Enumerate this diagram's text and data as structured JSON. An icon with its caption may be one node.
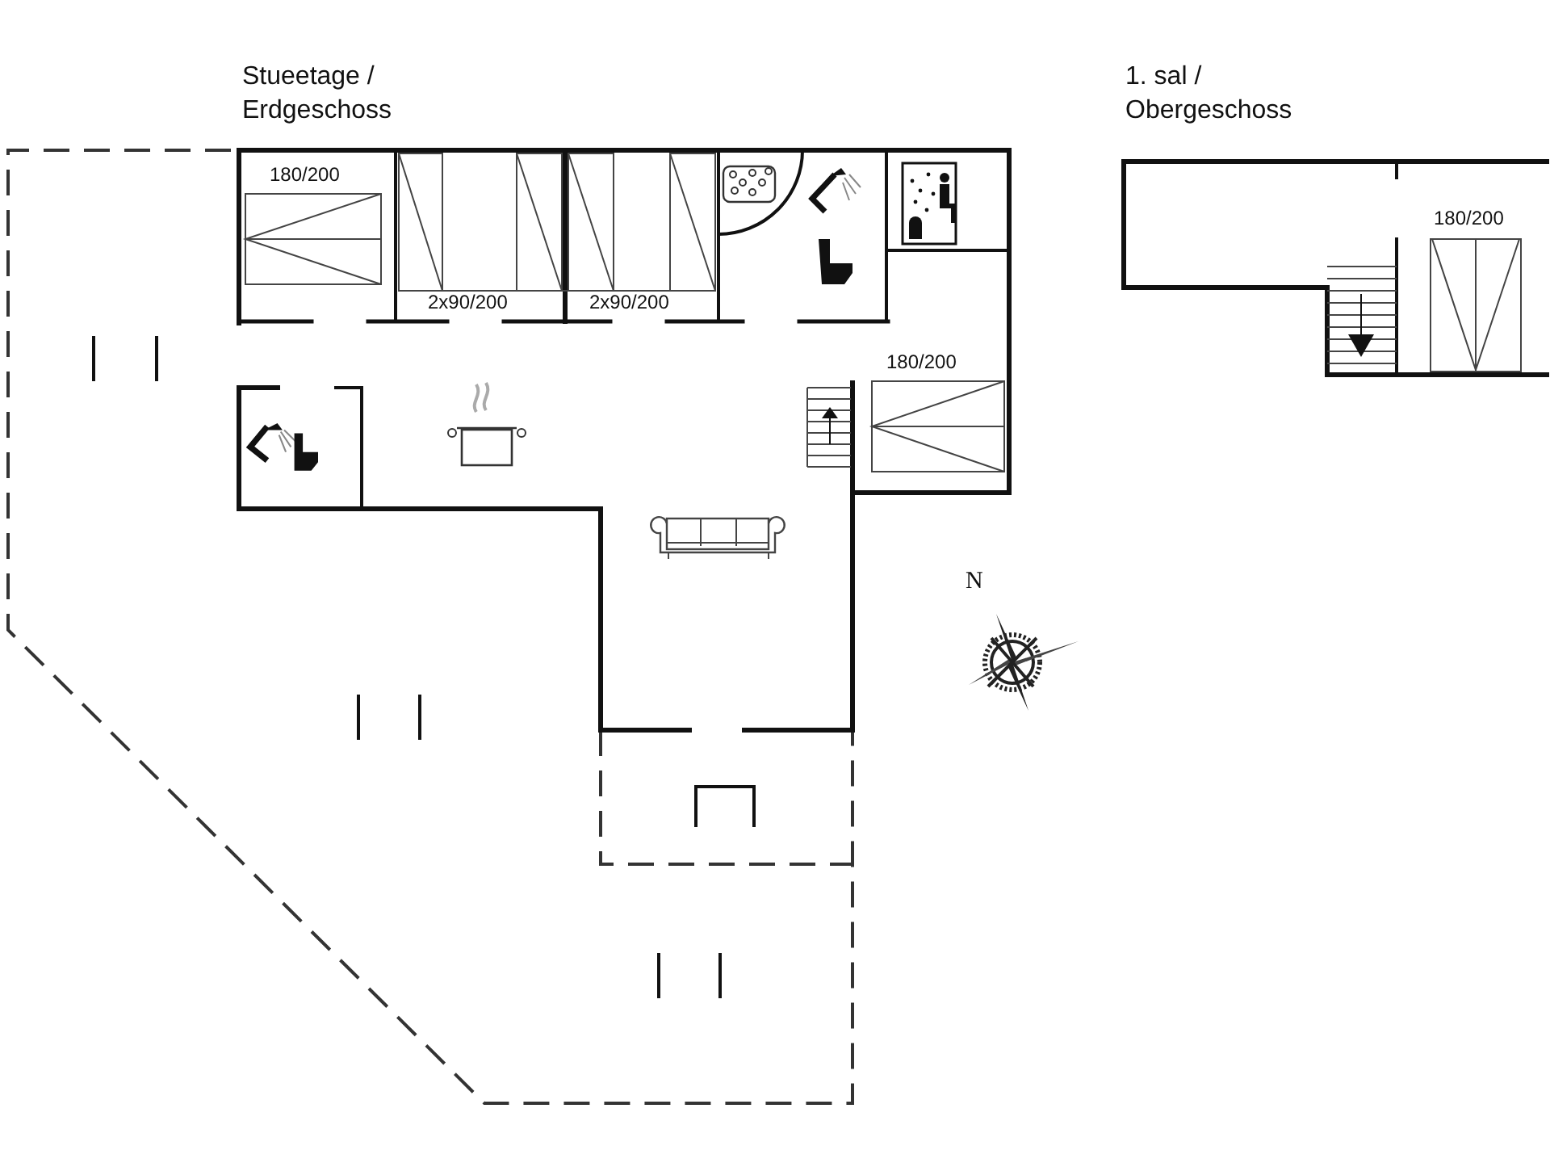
{
  "diagram": {
    "labels": [
      "Stueetage / Erdgeschoss",
      "180/200",
      "2x90/200",
      "2x90/200",
      "180/200",
      "1. sal / Obergeschoss",
      "180/200",
      "N"
    ]
  }
}
